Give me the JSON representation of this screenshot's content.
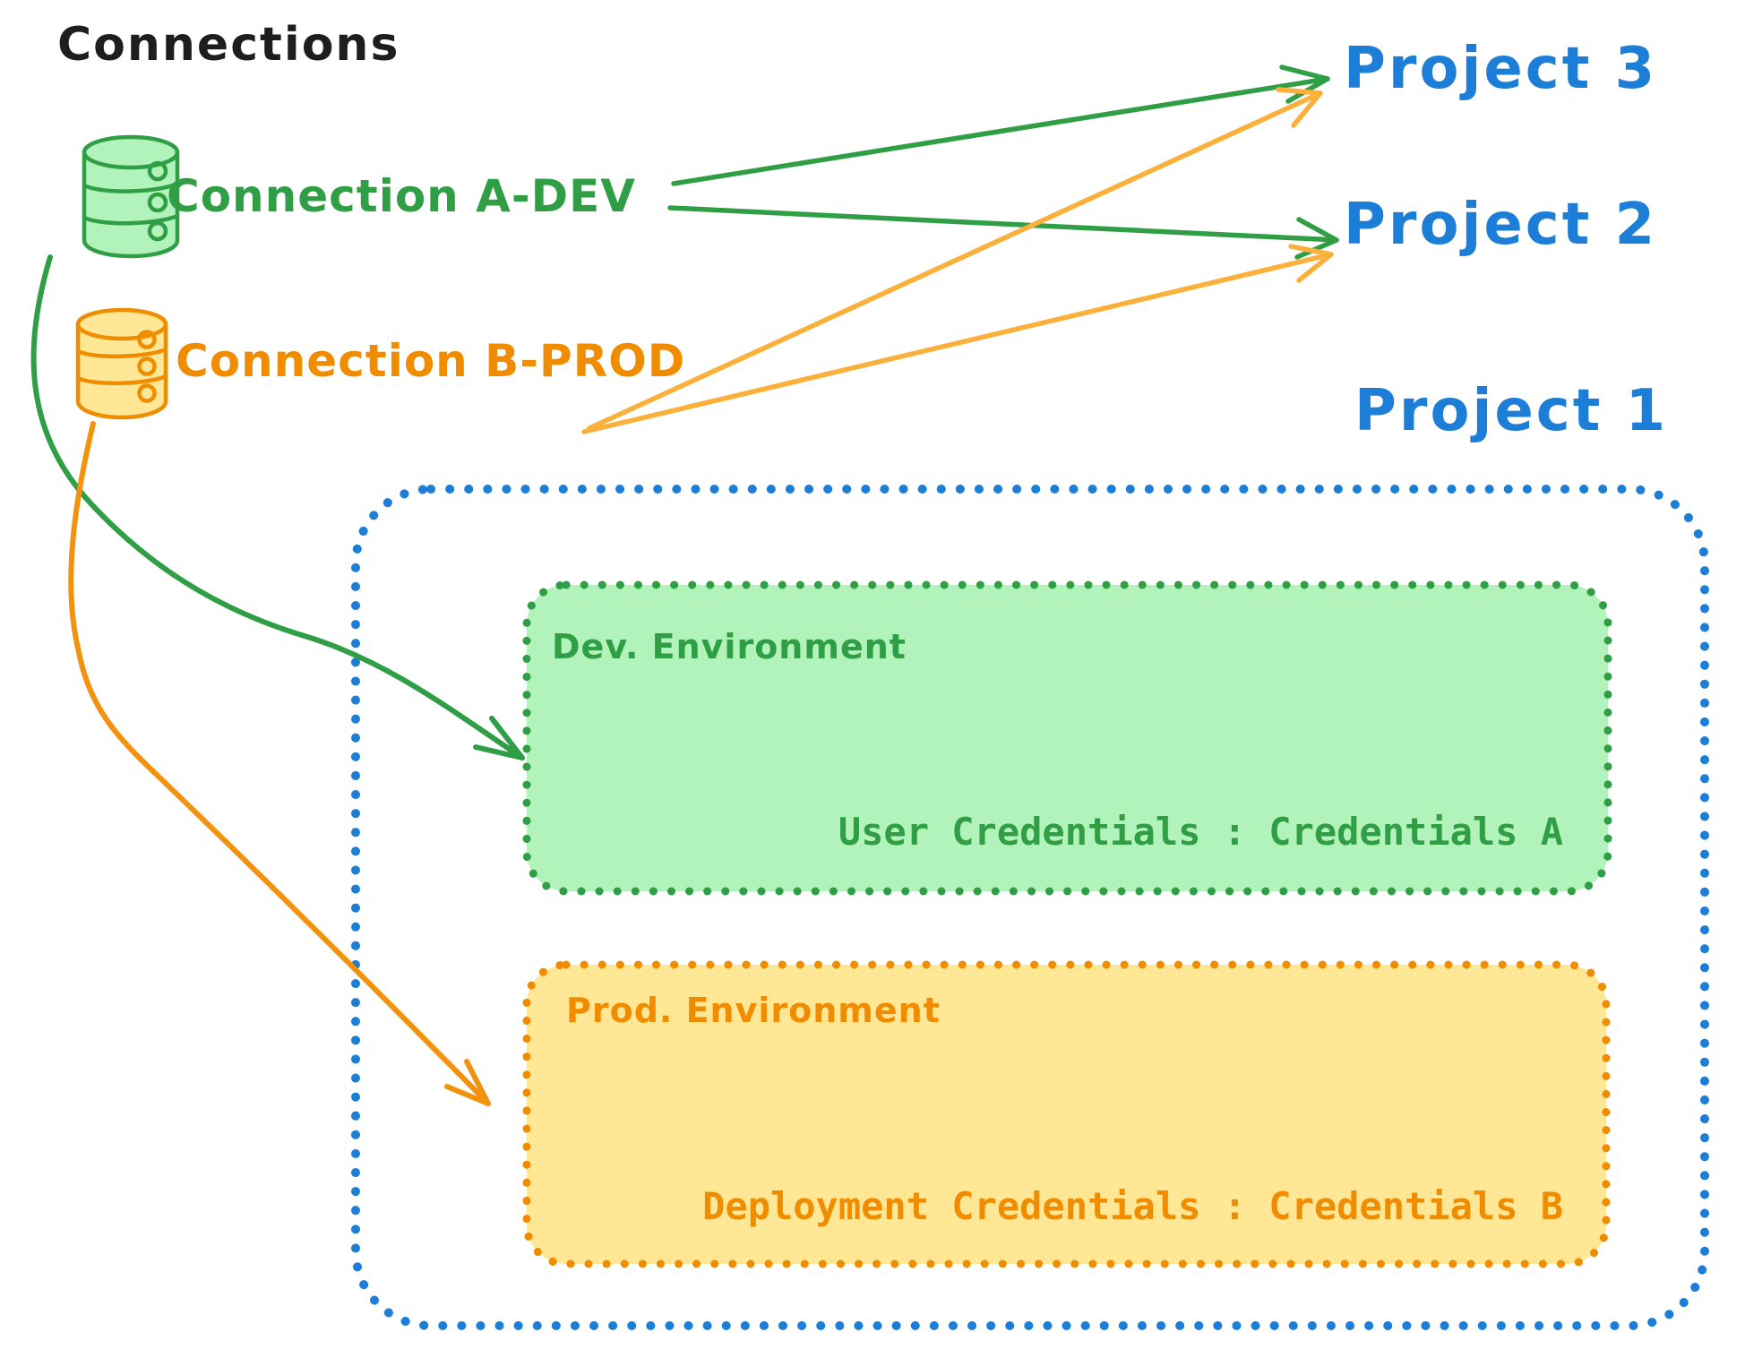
{
  "title": "Connections",
  "colors": {
    "black": "#1e1e1e",
    "blue": "#1c7ed6",
    "green": "#2f9e44",
    "green_fill": "#b2f2bb",
    "orange": "#f08c00",
    "orange_fill": "#ffe796",
    "orange_arrow": "#fbb03b",
    "orange_arrow_curved": "#f2920f"
  },
  "connections": {
    "a_dev": {
      "label": "Connection A-DEV",
      "icon": "database-icon",
      "color": "#2f9e44"
    },
    "b_prod": {
      "label": "Connection B-PROD",
      "icon": "database-icon",
      "color": "#f08c00"
    }
  },
  "projects": {
    "p3": {
      "label": "Project 3"
    },
    "p2": {
      "label": "Project 2"
    },
    "p1": {
      "label": "Project 1"
    }
  },
  "environments": {
    "dev": {
      "title": "Dev. Environment",
      "credentials": "User Credentials : Credentials A"
    },
    "prod": {
      "title": "Prod. Environment",
      "credentials": "Deployment Credentials : Credentials B"
    }
  },
  "edges": [
    {
      "from": "Connection A-DEV",
      "to": "Project 3",
      "style": "straight-arrow",
      "color": "#2f9e44"
    },
    {
      "from": "Connection A-DEV",
      "to": "Project 2",
      "style": "straight-arrow",
      "color": "#2f9e44"
    },
    {
      "from": "Connection B-PROD",
      "to": "Project 3",
      "style": "straight-arrow",
      "color": "#fbb03b"
    },
    {
      "from": "Connection B-PROD",
      "to": "Project 2",
      "style": "straight-arrow",
      "color": "#fbb03b"
    },
    {
      "from": "Connection A-DEV",
      "to": "Dev. Environment",
      "style": "curved-arrow",
      "color": "#2f9e44"
    },
    {
      "from": "Connection B-PROD",
      "to": "Prod. Environment",
      "style": "curved-arrow",
      "color": "#f2920f"
    }
  ]
}
